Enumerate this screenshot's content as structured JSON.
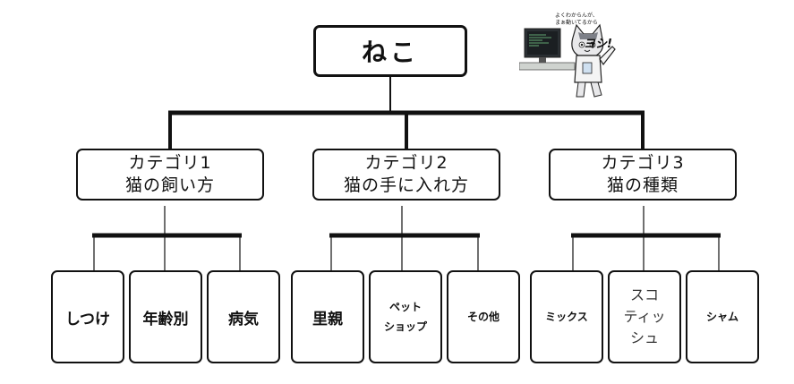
{
  "root": {
    "label": "ねこ"
  },
  "categories": [
    {
      "title": "カテゴリ1",
      "subtitle": "猫の飼い方"
    },
    {
      "title": "カテゴリ2",
      "subtitle": "猫の手に入れ方"
    },
    {
      "title": "カテゴリ3",
      "subtitle": "猫の種類"
    }
  ],
  "leaves": [
    {
      "lines": [
        "しつけ"
      ]
    },
    {
      "lines": [
        "年齢別"
      ]
    },
    {
      "lines": [
        "病気"
      ]
    },
    {
      "lines": [
        "里親"
      ]
    },
    {
      "lines": [
        "ペット",
        "ショップ"
      ]
    },
    {
      "lines": [
        "その他"
      ]
    },
    {
      "lines": [
        "ミックス"
      ]
    },
    {
      "lines": [
        "スコ",
        "ティッ",
        "シュ"
      ]
    },
    {
      "lines": [
        "シャム"
      ]
    }
  ],
  "mascot": {
    "speech_line1": "よくわからんが、",
    "speech_line2": "まぁ動いてるから",
    "exclaim": "ヨシ!"
  },
  "colors": {
    "line": "#111111",
    "box_border": "#111111",
    "background": "#ffffff"
  }
}
